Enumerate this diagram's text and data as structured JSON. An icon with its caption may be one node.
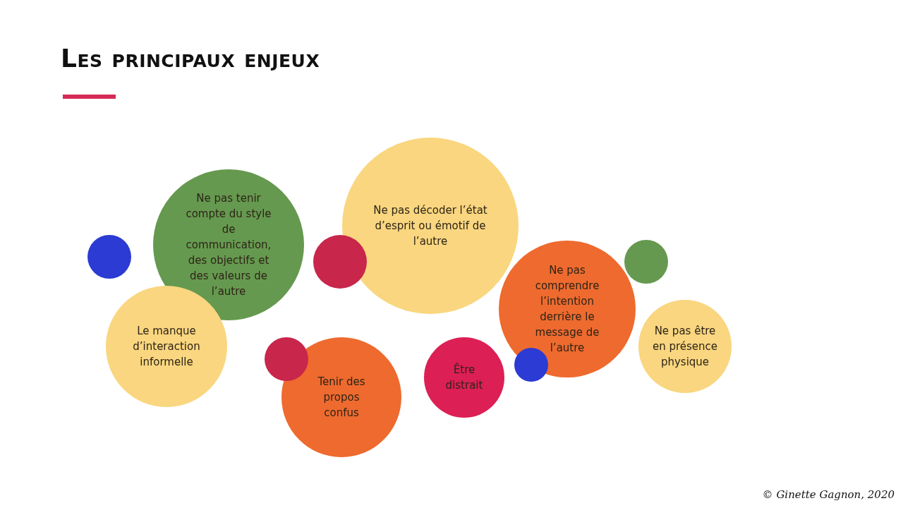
{
  "diagram": {
    "title": "Les principaux enjeux",
    "nodes": [
      {
        "text": [
          "Ne pas décoder l’état d’esprit ou émotif de l’autre"
        ]
      },
      {
        "text": [
          "Ne pas tenir compte du style de communication, des objectifs et des valeurs de l’autre"
        ]
      },
      {
        "text": [],
        "shape": "circle"
      },
      {
        "text": [],
        "shape": "circle"
      },
      {
        "text": [],
        "shape": "circle"
      },
      {
        "text": [
          "Ne pas comprendre l’intention derrière le message de l’autre"
        ]
      },
      {
        "text": [
          "Le manque d’interaction informelle"
        ]
      },
      {
        "text": [
          "Ne pas être en présence physique"
        ]
      },
      {
        "text": [],
        "shape": "circle"
      },
      {
        "text": [
          "Tenir des propos confus"
        ]
      },
      {
        "text": [
          "Être distrait"
        ]
      },
      {
        "text": [],
        "shape": "circle"
      }
    ],
    "edges": [],
    "labels": [
      "© Ginette Gagnon, 2020"
    ]
  }
}
